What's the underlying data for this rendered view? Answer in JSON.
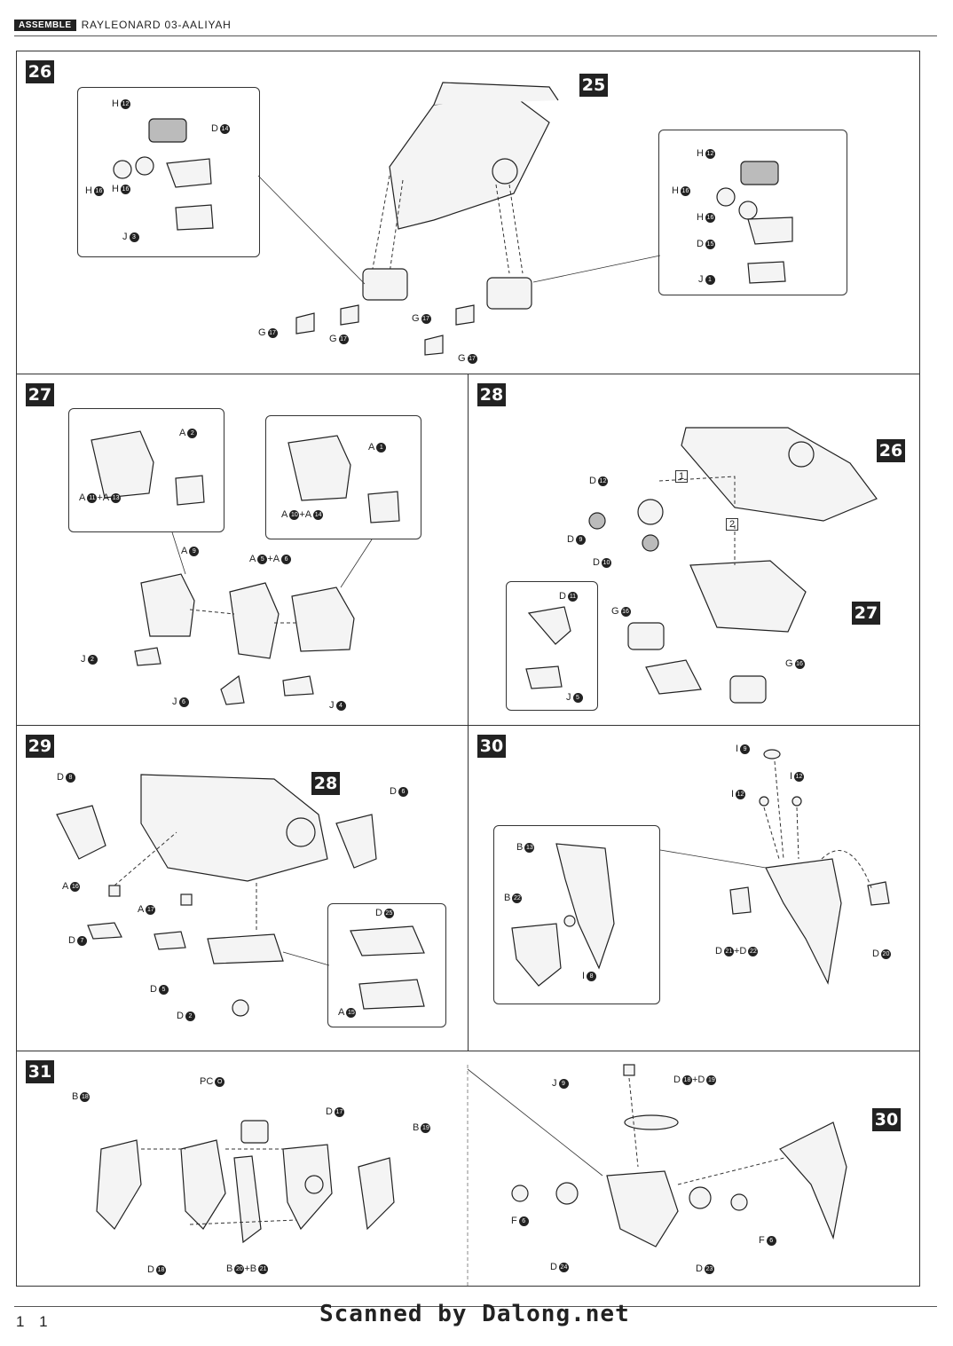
{
  "header": {
    "tag": "ASSEMBLE",
    "model": "RAYLEONARD 03-AALIYAH"
  },
  "page_number": "1 1",
  "scan_credit": "Scanned by Dalong.net",
  "steps": [
    {
      "number": "26",
      "ref": "25",
      "left_labels": [
        "H",
        "D",
        "H",
        "H",
        "J"
      ],
      "left_nums": [
        "12",
        "14",
        "16",
        "16",
        "3"
      ],
      "right_labels": [
        "H",
        "H",
        "H",
        "D",
        "J"
      ],
      "right_nums": [
        "12",
        "16",
        "16",
        "15",
        "1"
      ],
      "bottom_labels": [
        "G",
        "G",
        "G",
        "G"
      ],
      "bottom_nums": [
        "17",
        "17",
        "17",
        "17"
      ]
    },
    {
      "number": "27",
      "labels": [
        "A",
        "A",
        "A",
        "A",
        "A",
        "A",
        "A",
        "A",
        "A",
        "J",
        "J",
        "J"
      ],
      "nums": [
        "2",
        "11",
        "13",
        "1",
        "10",
        "14",
        "9",
        "5",
        "6",
        "2",
        "6",
        "4"
      ]
    },
    {
      "number": "28",
      "ref_top": "26",
      "ref_bottom": "27",
      "seq1": "1",
      "seq2": "2",
      "labels": [
        "D",
        "D",
        "D",
        "D",
        "G",
        "J",
        "G"
      ],
      "nums": [
        "12",
        "9",
        "10",
        "11",
        "16",
        "5",
        "16"
      ]
    },
    {
      "number": "29",
      "ref": "28",
      "labels": [
        "D",
        "D",
        "A",
        "A",
        "D",
        "D",
        "D",
        "D",
        "A"
      ],
      "nums": [
        "8",
        "6",
        "16",
        "17",
        "7",
        "5",
        "2",
        "25",
        "15"
      ]
    },
    {
      "number": "30",
      "labels": [
        "I",
        "I",
        "I",
        "B",
        "B",
        "I",
        "D",
        "D",
        "D"
      ],
      "nums": [
        "9",
        "12",
        "12",
        "13",
        "22",
        "8",
        "21",
        "22",
        "20"
      ]
    },
    {
      "number": "31",
      "ref": "30",
      "pc_label": "PC",
      "labels": [
        "B",
        "D",
        "B",
        "D",
        "B",
        "B",
        "J",
        "D",
        "D",
        "F",
        "F",
        "D",
        "D"
      ],
      "nums": [
        "18",
        "17",
        "19",
        "18",
        "20",
        "21",
        "9",
        "18",
        "19",
        "6",
        "6",
        "24",
        "23"
      ]
    }
  ]
}
